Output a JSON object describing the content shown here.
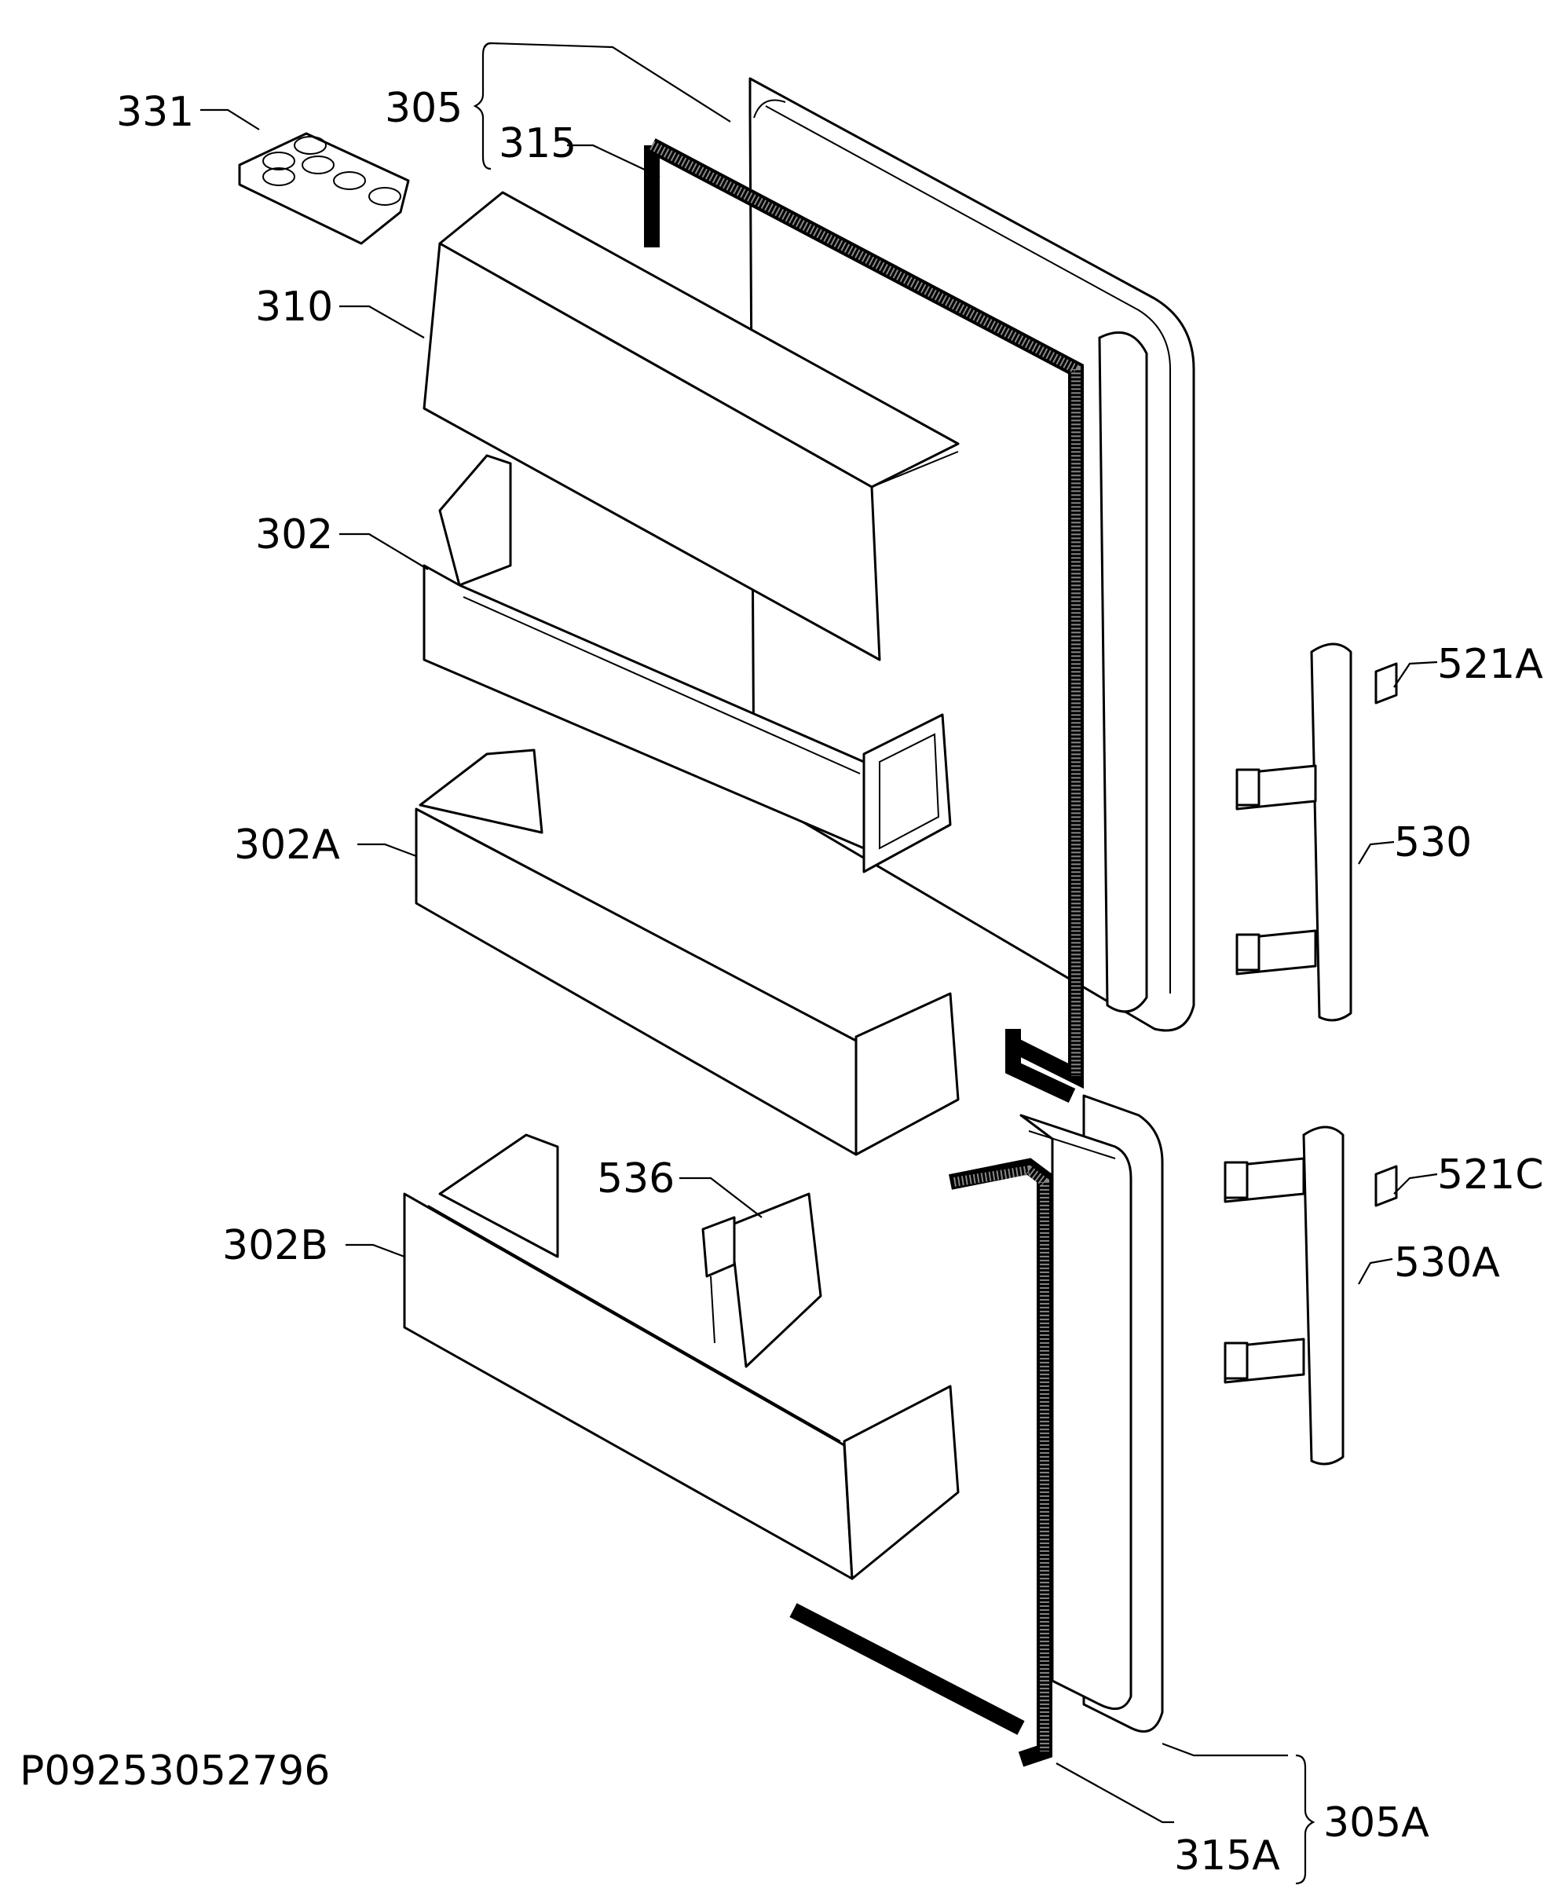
{
  "drawing_code": "P09253052796",
  "parts": {
    "egg_tray": "331",
    "door_upper": "305",
    "gasket_upper": "315",
    "shelf_cover": "310",
    "shelf_upper": "302",
    "shelf_middle": "302A",
    "shelf_lower": "302B",
    "bottle_holder": "536",
    "cap_upper": "521A",
    "handle_upper": "530",
    "cap_lower": "521C",
    "handle_lower": "530A",
    "door_lower": "305A",
    "gasket_lower": "315A"
  }
}
